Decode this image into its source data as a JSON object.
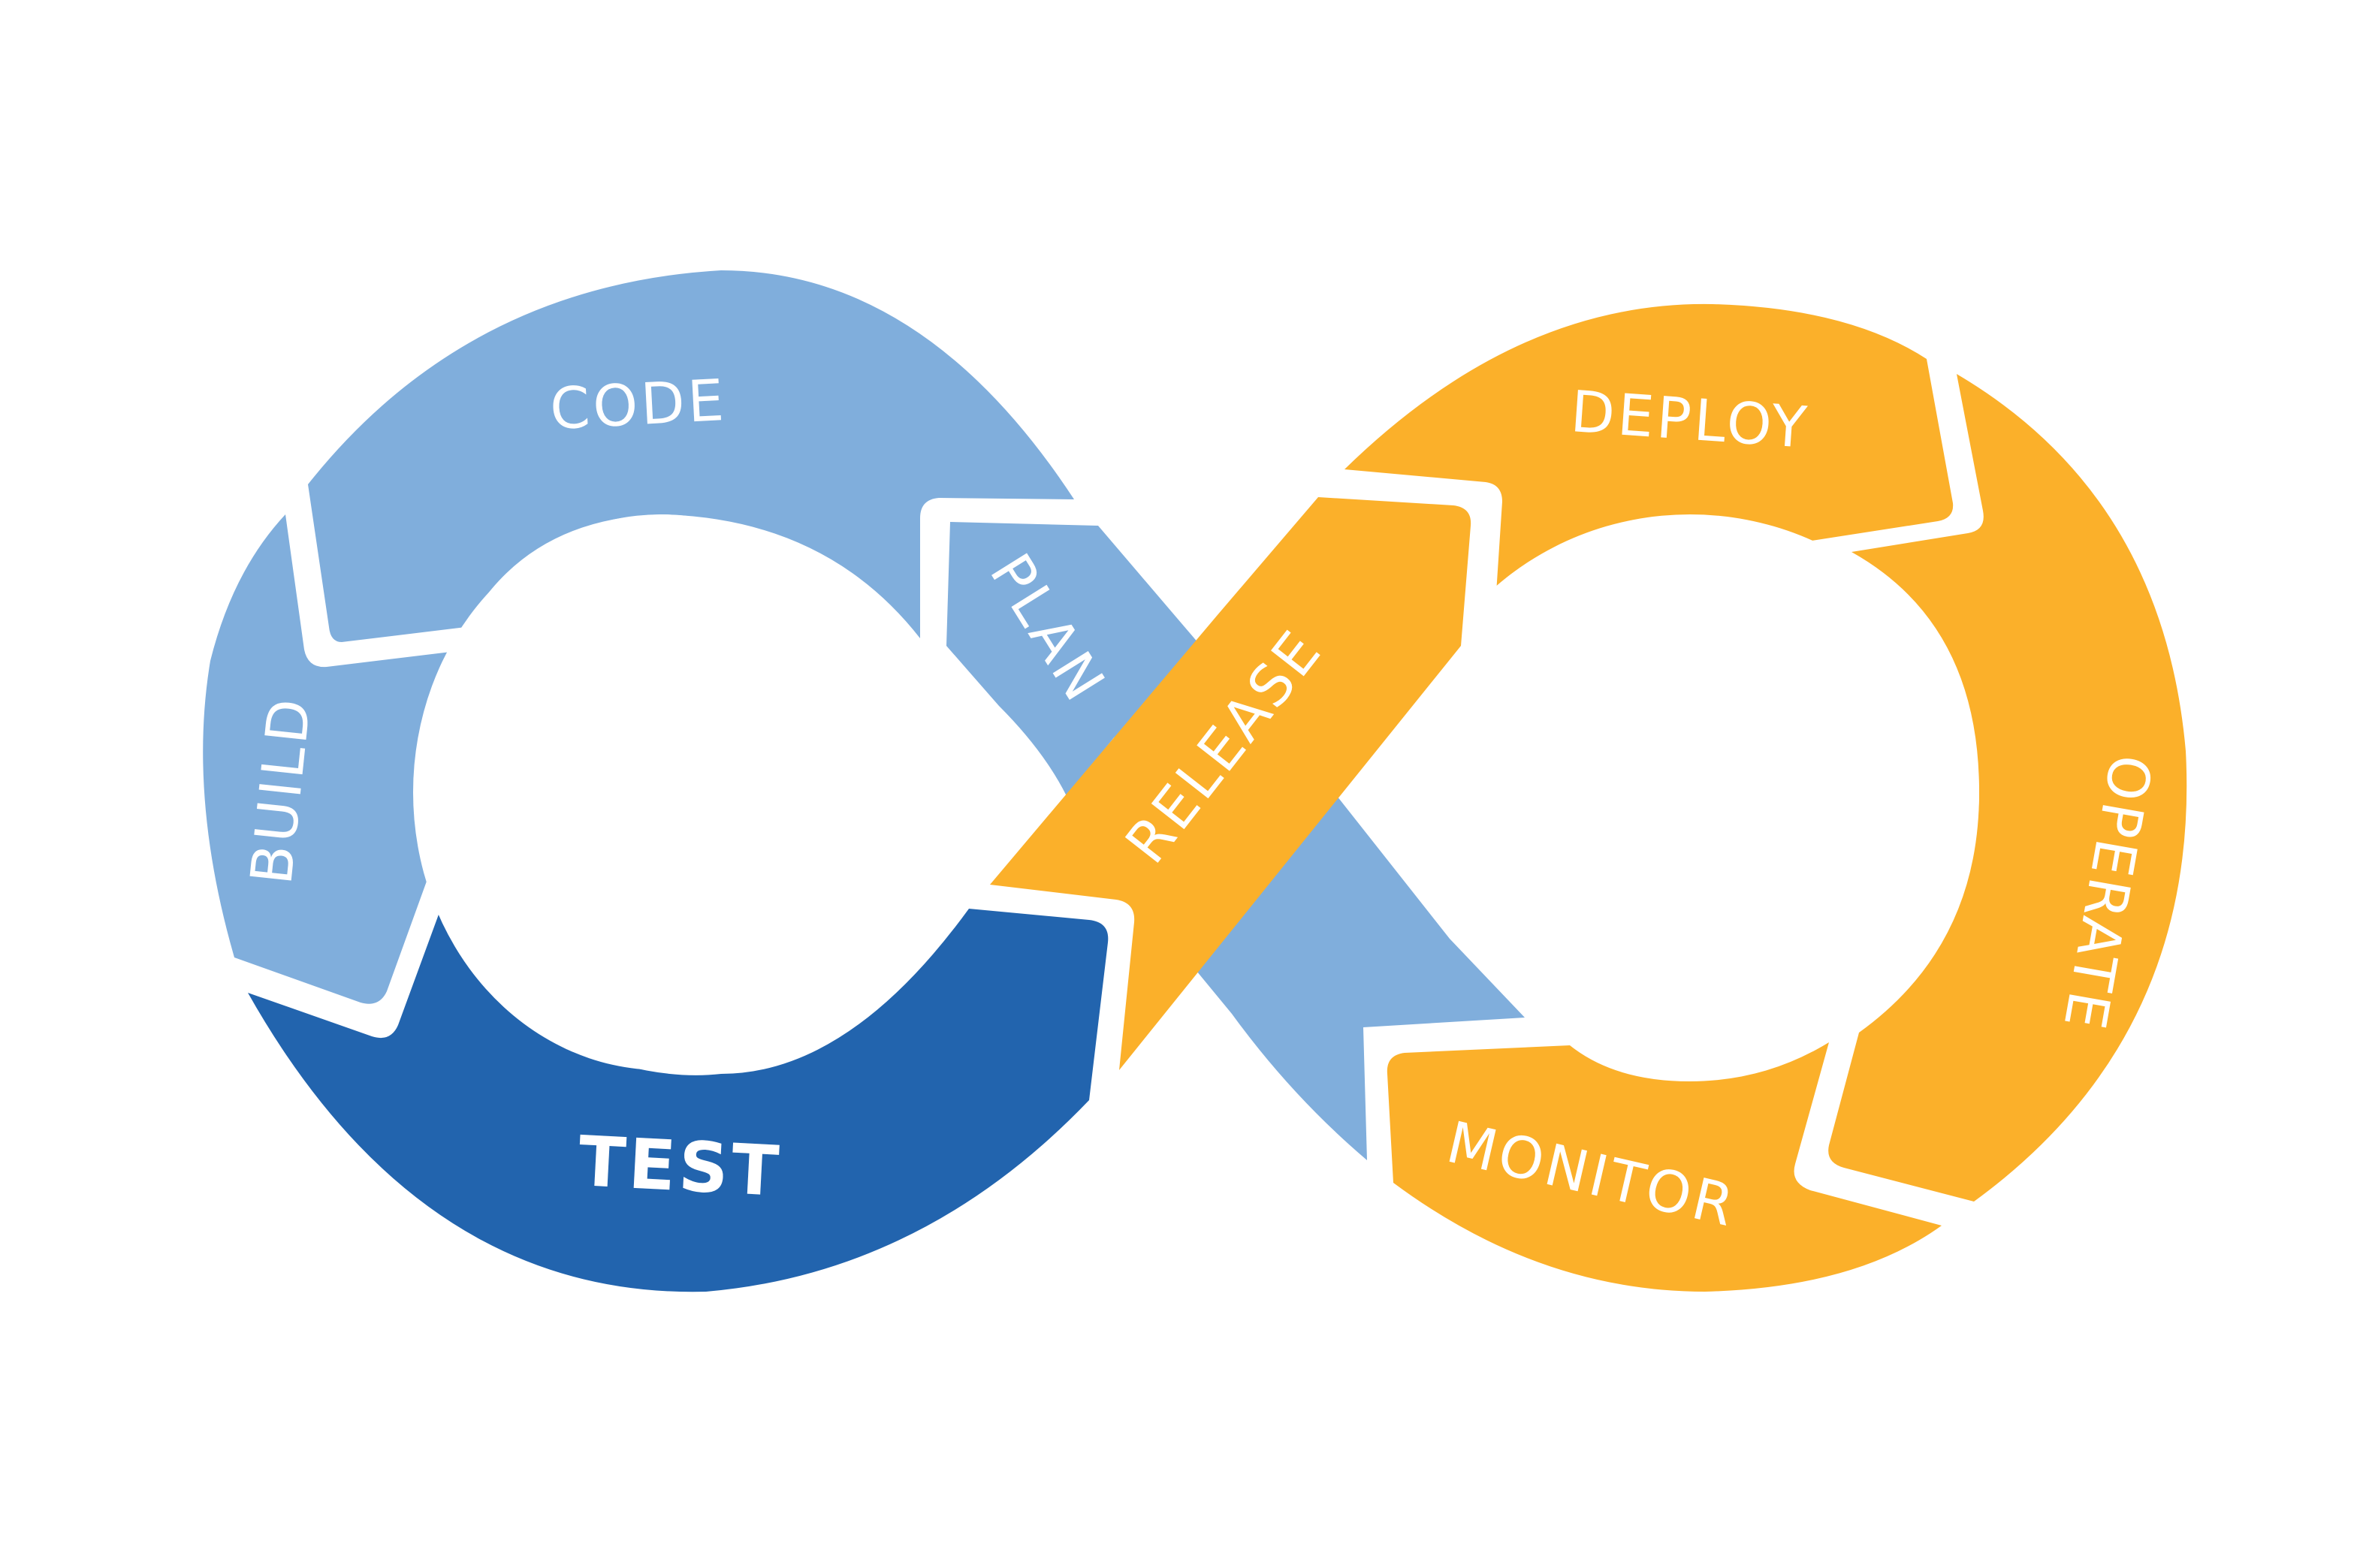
{
  "diagram": {
    "title": "DevOps infinity loop",
    "colors": {
      "light_blue": "#80AEDC",
      "dark_blue": "#2264AE",
      "orange": "#FBB02A",
      "background": "#FFFFFF",
      "label": "#FFFFFF"
    },
    "left_loop": {
      "stages": [
        {
          "id": "plan",
          "label": "PLAN",
          "color": "light_blue"
        },
        {
          "id": "code",
          "label": "CODE",
          "color": "light_blue"
        },
        {
          "id": "build",
          "label": "BUILD",
          "color": "light_blue"
        },
        {
          "id": "test",
          "label": "TEST",
          "color": "dark_blue"
        }
      ]
    },
    "crossover": {
      "id": "release",
      "label": "RELEASE",
      "color": "orange"
    },
    "right_loop": {
      "stages": [
        {
          "id": "deploy",
          "label": "DEPLOY",
          "color": "orange"
        },
        {
          "id": "operate",
          "label": "OPERATE",
          "color": "orange"
        },
        {
          "id": "monitor",
          "label": "MONITOR",
          "color": "orange"
        }
      ]
    }
  }
}
